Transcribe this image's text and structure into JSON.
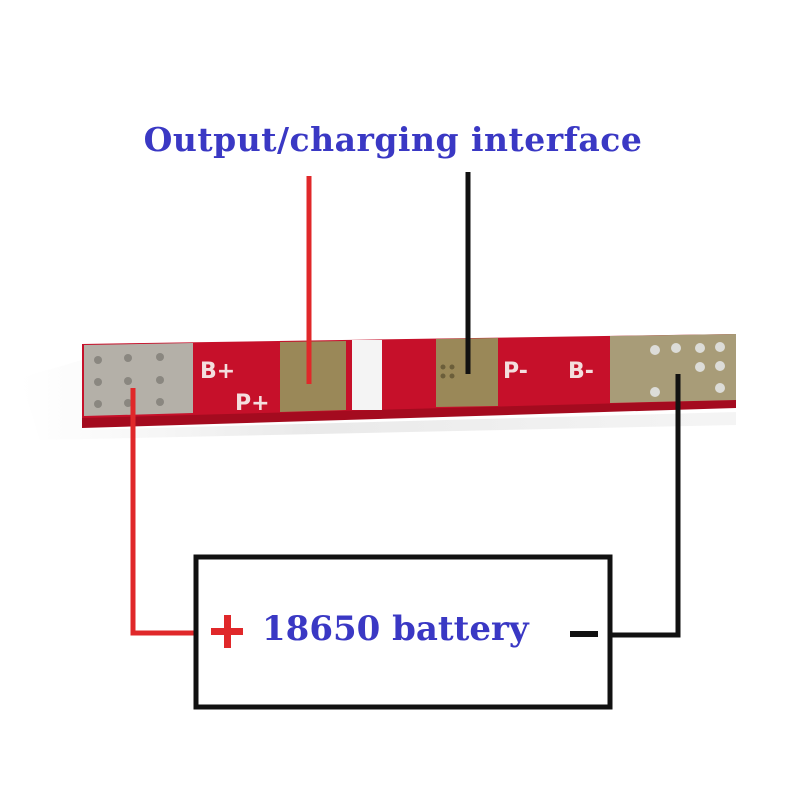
{
  "title": "Output/charging interface",
  "pcb": {
    "labels": {
      "b_plus": "B+",
      "p_plus": "P+",
      "p_minus": "P-",
      "b_minus": "B-"
    }
  },
  "battery": {
    "label": "18650 battery",
    "positive_symbol": "+",
    "negative_symbol": "-"
  },
  "colors": {
    "title_text": "#3a38c4",
    "battery_text": "#3a38c4",
    "positive_wire": "#e0282a",
    "negative_wire": "#111111",
    "pcb_red": "#c6102a",
    "pad_gold": "#9a8858",
    "pad_gray": "#b4b0a8"
  }
}
